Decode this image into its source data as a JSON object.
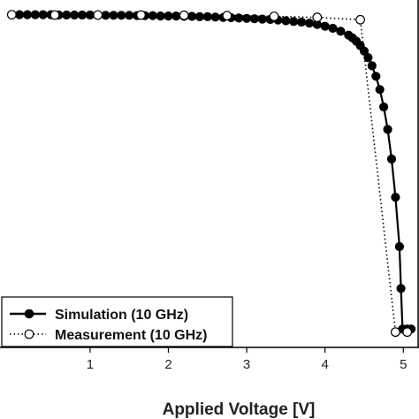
{
  "chart_data": {
    "type": "line",
    "title": "",
    "xlabel": "Applied Voltage [V]",
    "ylabel": "",
    "xlim": [
      -0.15,
      5.2
    ],
    "ylim": [
      0,
      1.02
    ],
    "x_ticks": [
      1,
      2,
      3,
      4,
      5
    ],
    "grid": false,
    "legend_position": "bottom-left",
    "series": [
      {
        "name": "Simulation (10 GHz)",
        "style": "solid",
        "marker": "filled-circle",
        "color": "#000000",
        "x": [
          0.0,
          0.1,
          0.2,
          0.3,
          0.4,
          0.5,
          0.6,
          0.7,
          0.8,
          0.9,
          1.0,
          1.1,
          1.2,
          1.3,
          1.4,
          1.5,
          1.6,
          1.7,
          1.8,
          1.9,
          2.0,
          2.1,
          2.2,
          2.3,
          2.4,
          2.5,
          2.6,
          2.7,
          2.8,
          2.9,
          3.0,
          3.1,
          3.2,
          3.3,
          3.4,
          3.5,
          3.6,
          3.7,
          3.8,
          3.9,
          4.0,
          4.1,
          4.2,
          4.3,
          4.35,
          4.4,
          4.45,
          4.5,
          4.55,
          4.6,
          4.65,
          4.7,
          4.75,
          4.8,
          4.85,
          4.9,
          4.95,
          4.97,
          4.99,
          5.05,
          5.1
        ],
        "y": [
          0.977,
          0.977,
          0.977,
          0.977,
          0.977,
          0.977,
          0.976,
          0.976,
          0.976,
          0.976,
          0.976,
          0.976,
          0.975,
          0.975,
          0.975,
          0.975,
          0.974,
          0.974,
          0.974,
          0.973,
          0.973,
          0.973,
          0.972,
          0.972,
          0.971,
          0.971,
          0.97,
          0.969,
          0.968,
          0.967,
          0.966,
          0.965,
          0.964,
          0.963,
          0.961,
          0.959,
          0.957,
          0.955,
          0.952,
          0.948,
          0.943,
          0.937,
          0.928,
          0.917,
          0.909,
          0.899,
          0.886,
          0.87,
          0.851,
          0.827,
          0.796,
          0.757,
          0.706,
          0.64,
          0.553,
          0.441,
          0.296,
          0.173,
          0.054,
          0.054,
          0.054
        ]
      },
      {
        "name": "Measurement (10 GHz)",
        "style": "dotted",
        "marker": "open-circle",
        "color": "#000000",
        "x": [
          0.0,
          0.55,
          1.1,
          1.65,
          2.2,
          2.75,
          3.35,
          3.9,
          4.45,
          4.9,
          5.05
        ],
        "y": [
          0.977,
          0.976,
          0.976,
          0.976,
          0.975,
          0.974,
          0.972,
          0.969,
          0.962,
          0.045,
          0.045
        ]
      }
    ]
  }
}
